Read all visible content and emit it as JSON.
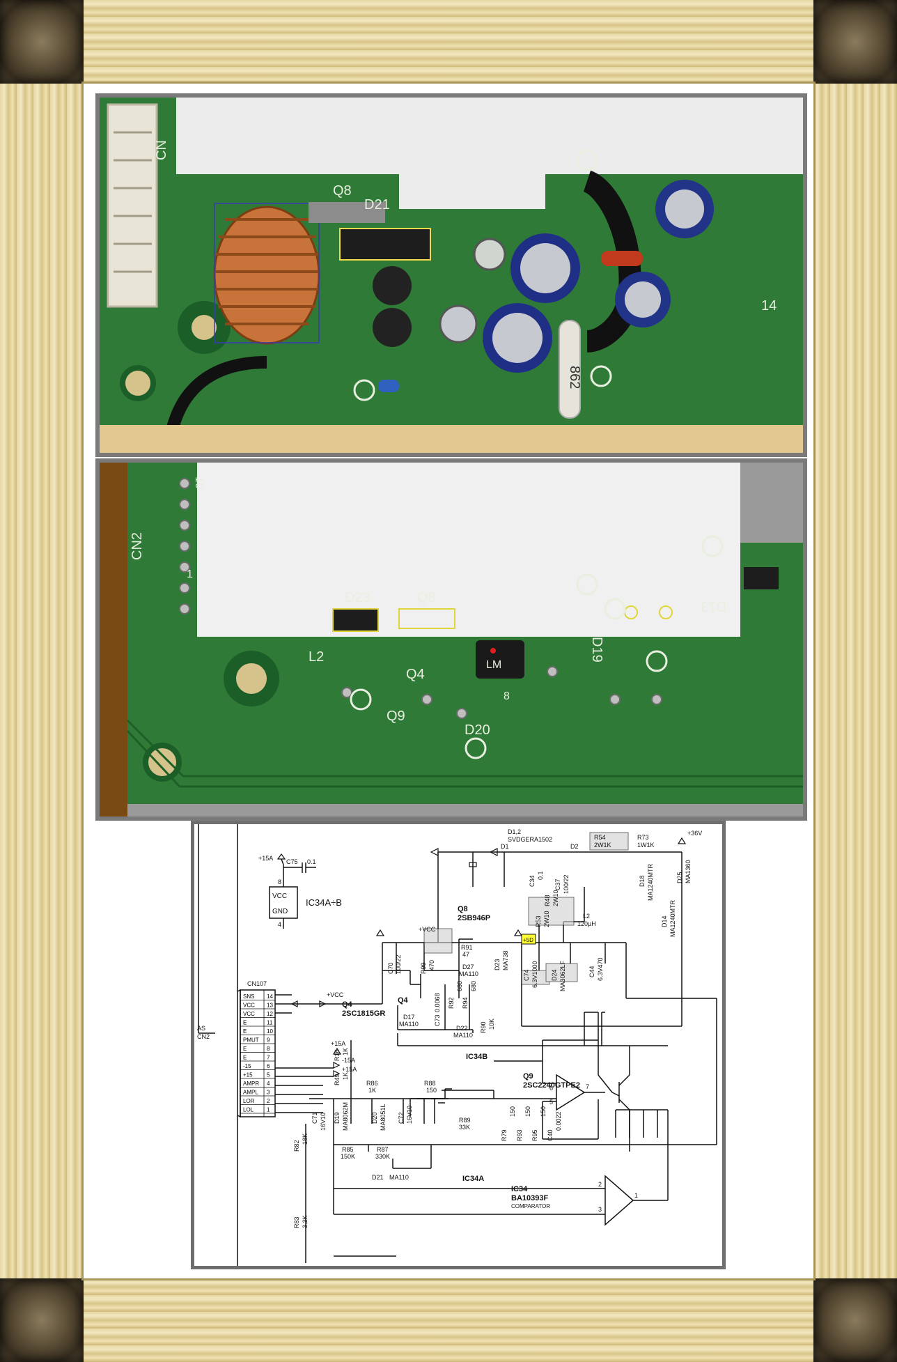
{
  "photo_top": {
    "silkscreen": {
      "q8": "Q8",
      "d21": "D21",
      "cn": "CN",
      "r14": "14"
    },
    "resistor_code": "862"
  },
  "photo_middle": {
    "silkscreen": {
      "cn2": "CN2",
      "d23": "D23",
      "q8": "Q8",
      "l2": "L2",
      "q4": "Q4",
      "q9": "Q9",
      "d20": "D20",
      "d19": "D19",
      "d13": "D13",
      "ic": "LM",
      "n8": "8",
      "n1": "1",
      "n10": "10"
    }
  },
  "schematic": {
    "connector": {
      "ref": "CN107",
      "side_label": "AS",
      "side_label2": "CN2",
      "pins": [
        {
          "name": "SNS",
          "num": "14"
        },
        {
          "name": "VCC",
          "num": "13"
        },
        {
          "name": "VCC",
          "num": "12"
        },
        {
          "name": "E",
          "num": "11"
        },
        {
          "name": "E",
          "num": "10"
        },
        {
          "name": "PMUT",
          "num": "9"
        },
        {
          "name": "E",
          "num": "8"
        },
        {
          "name": "E",
          "num": "7"
        },
        {
          "name": "-15",
          "num": "6"
        },
        {
          "name": "+15",
          "num": "5"
        },
        {
          "name": "AMPR",
          "num": "4"
        },
        {
          "name": "AMPL",
          "num": "3"
        },
        {
          "name": "LOR",
          "num": "2"
        },
        {
          "name": "LOL",
          "num": "1"
        }
      ]
    },
    "labels": {
      "p15a_top": "+15A",
      "c75": "C75",
      "c75v": "0.1",
      "vcc": "VCC",
      "gnd": "GND",
      "pin8": "8",
      "pin4": "4",
      "ic34ab": "IC34A÷B",
      "plus_vcc": "+VCC",
      "plus_vcc2": "+VCC",
      "m15a": "-15A",
      "p15a": "+15A",
      "p15a_mid": "+15A",
      "d12": "D1,2",
      "d12_part": "SVDGERA1502",
      "d1": "D1",
      "d2": "D2",
      "r54": "R54",
      "r54v": "2W1K",
      "r73": "R73",
      "r73v": "1W1K",
      "p36v": "+36V",
      "c34": "C34",
      "c34v": "0.1",
      "c37": "C37",
      "c37v": "100/22",
      "d18": "D18",
      "d18p": "MA1240MTR",
      "d25": "D25",
      "d25p": "MA1360",
      "d14": "D14",
      "d14p": "MA1240MTR",
      "r48": "R48",
      "r48v": "2W10",
      "r53": "R53",
      "r53v": "2W10",
      "q8": "Q8",
      "q8p": "2SB946P",
      "l2": "L2",
      "l2v": "120µH",
      "p5d": "+5D",
      "c70": "C70",
      "c70v": "100/22",
      "r99": "R99",
      "r99v": "470",
      "r91": "R91",
      "r91v": "47",
      "d27": "D27",
      "d27p": "MA110",
      "d23": "D23",
      "d23p": "MA738",
      "c74": "C74",
      "c74v": "6.3V1000",
      "d24": "D24",
      "d24p": "MA3062LF",
      "c44": "C44",
      "c44v": "6.3V470",
      "q4": "Q4",
      "q4p": "2SC1815GR",
      "q4b": "Q4",
      "r92": "R92",
      "r92v": "680",
      "r94": "R94",
      "r94v": "680",
      "c73": "C73",
      "c73v": "0.0068",
      "d17": "D17",
      "d17p": "MA110",
      "r16": "R16",
      "r16v": "1K",
      "r49": "R49",
      "r49v": "1K",
      "r86": "R86",
      "r86v": "1K",
      "r88": "R88",
      "r88v": "150",
      "d22": "D22",
      "d22p": "MA110",
      "r90": "R90",
      "r90v": "10K",
      "ic34b": "IC34B",
      "q9": "Q9",
      "q9p": "2SC2240GTPE2",
      "d19": "D19",
      "d19p": "MA8062M",
      "d20": "D20",
      "d20p": "MA8051L",
      "c72": "C72",
      "c72v": "16V10",
      "c71": "C71",
      "c71v": "16V10",
      "r82": "R82",
      "r82v": "18K",
      "r89": "R89",
      "r89v": "33K",
      "r79": "R79",
      "r79v": "150",
      "r93": "R93",
      "r93v": "150",
      "r95": "R95",
      "r95v": "150",
      "c40": "C40",
      "c40v": "0.0022",
      "r85": "R85",
      "r85v": "150K",
      "r87": "R87",
      "r87v": "330K",
      "d21": "D21",
      "d21p": "MA110",
      "ic34a": "IC34A",
      "ic34": "IC34",
      "ic34p": "BA10393F",
      "comparator": "COMPARATOR",
      "r83": "R83",
      "r83v": "3.3K",
      "pin6": "6",
      "pin5": "5",
      "pin7": "7",
      "pin2": "2",
      "pin3": "3",
      "pin1": "1"
    }
  },
  "colors": {
    "frame": "#e6d7a4",
    "pcb": "#2f7a36",
    "silk": "#e9efe0",
    "copper": "#c8733a",
    "cap_blue": "#1f2f86",
    "highlight": "#ffff33"
  }
}
